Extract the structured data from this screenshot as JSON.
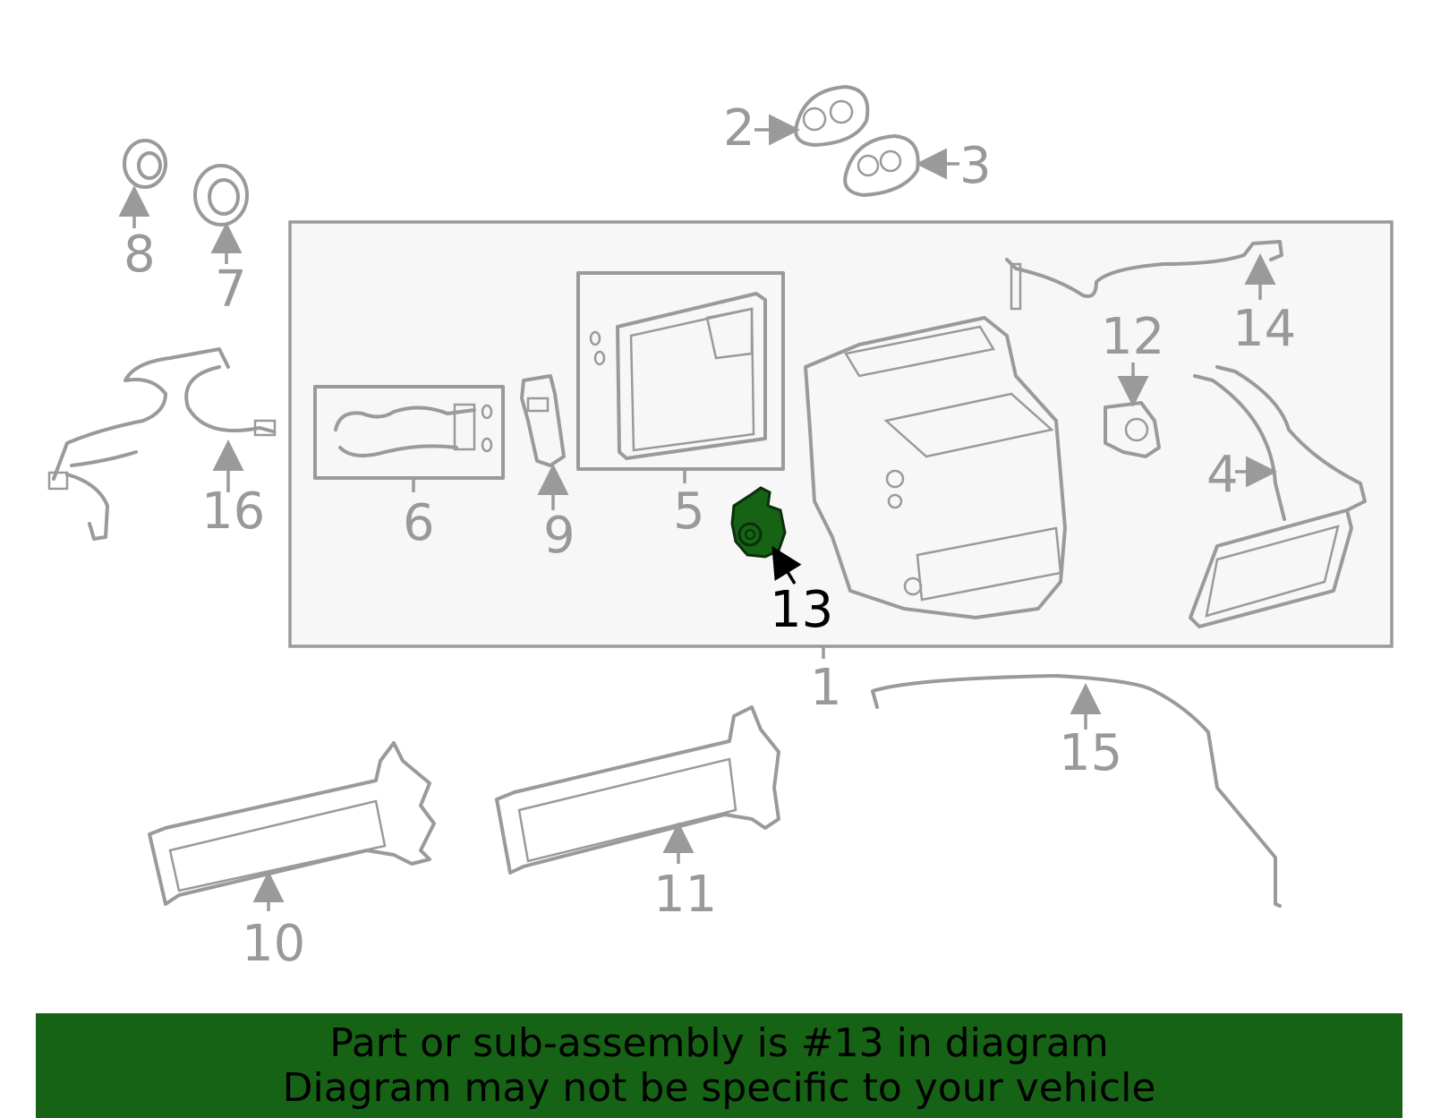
{
  "diagram": {
    "highlighted_part": "13",
    "highlight_color": "#176316",
    "line_color": "#9a9a9a",
    "callouts": [
      "1",
      "2",
      "3",
      "4",
      "5",
      "6",
      "7",
      "8",
      "9",
      "10",
      "11",
      "12",
      "13",
      "14",
      "15",
      "16"
    ]
  },
  "banner": {
    "line1": "Part or sub-assembly is #13 in diagram",
    "line2": "Diagram may not be specific to your vehicle",
    "background": "#176316"
  }
}
